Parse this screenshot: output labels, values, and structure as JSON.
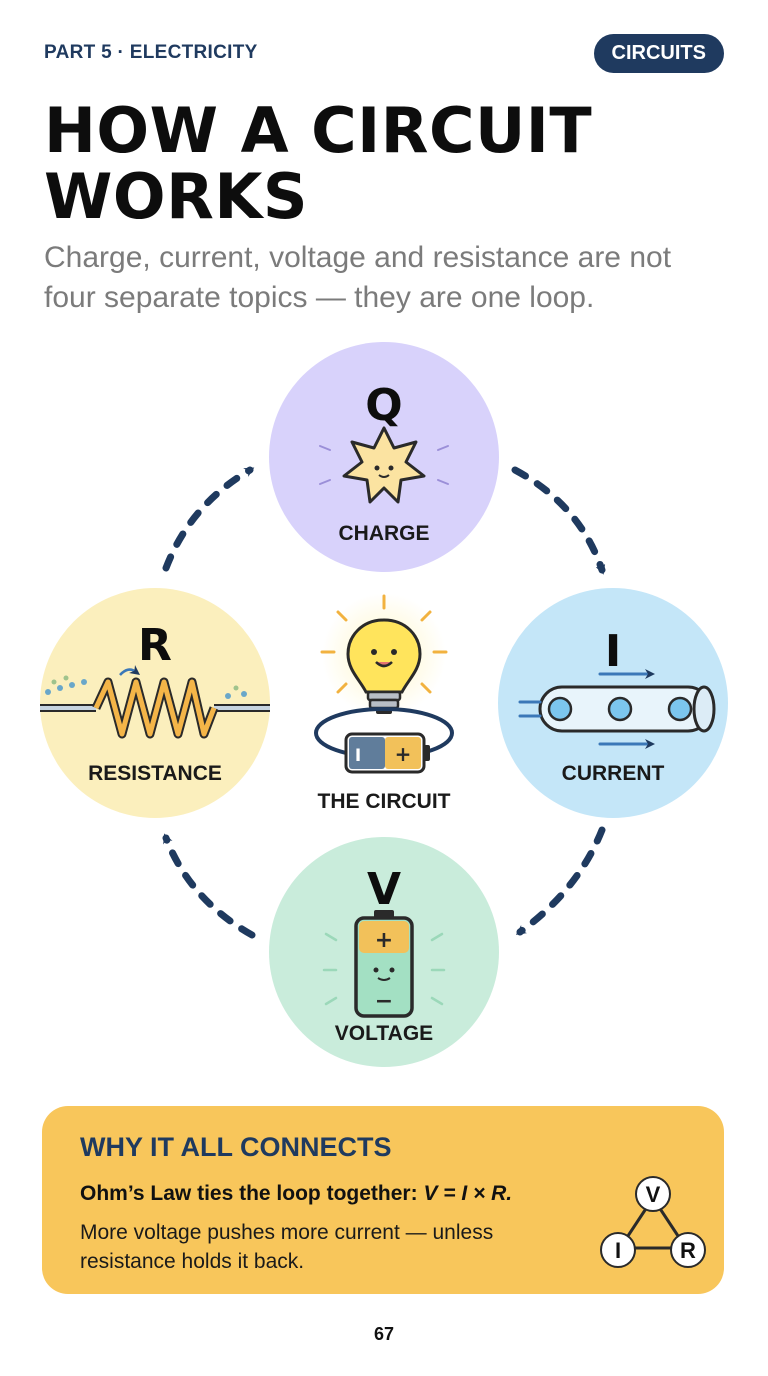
{
  "header": {
    "part_label": "PART 5 · ELECTRICITY",
    "tag": "CIRCUITS",
    "title_line1": "HOW A CIRCUIT",
    "title_line2": "WORKS",
    "subtitle_line1": "Charge, current, voltage and resistance are not",
    "subtitle_line2": "four separate topics — they are one loop."
  },
  "diagram": {
    "center_label": "THE CIRCUIT",
    "nodes": [
      {
        "letter": "Q",
        "label": "CHARGE",
        "color": "#d8d2fb"
      },
      {
        "letter": "I",
        "label": "CURRENT",
        "color": "#c4e6f8"
      },
      {
        "letter": "V",
        "label": "VOLTAGE",
        "color": "#c9ecdb"
      },
      {
        "letter": "R",
        "label": "RESISTANCE",
        "color": "#fbefbd"
      }
    ],
    "battery_plus": "+",
    "battery_minus": "−",
    "center_battery_plus": "+",
    "center_battery_minus": "I",
    "arrow_color": "#1f3a5f"
  },
  "card": {
    "title": "WHY IT ALL CONNECTS",
    "lead": "Ohm’s Law ties the loop together:",
    "equation": "V = I × R.",
    "body_line1": "More voltage pushes more current — unless",
    "body_line2": "resistance holds it back.",
    "triangle": {
      "top": "V",
      "left": "I",
      "right": "R"
    },
    "background": "#f8c65b"
  },
  "page_number": "67"
}
